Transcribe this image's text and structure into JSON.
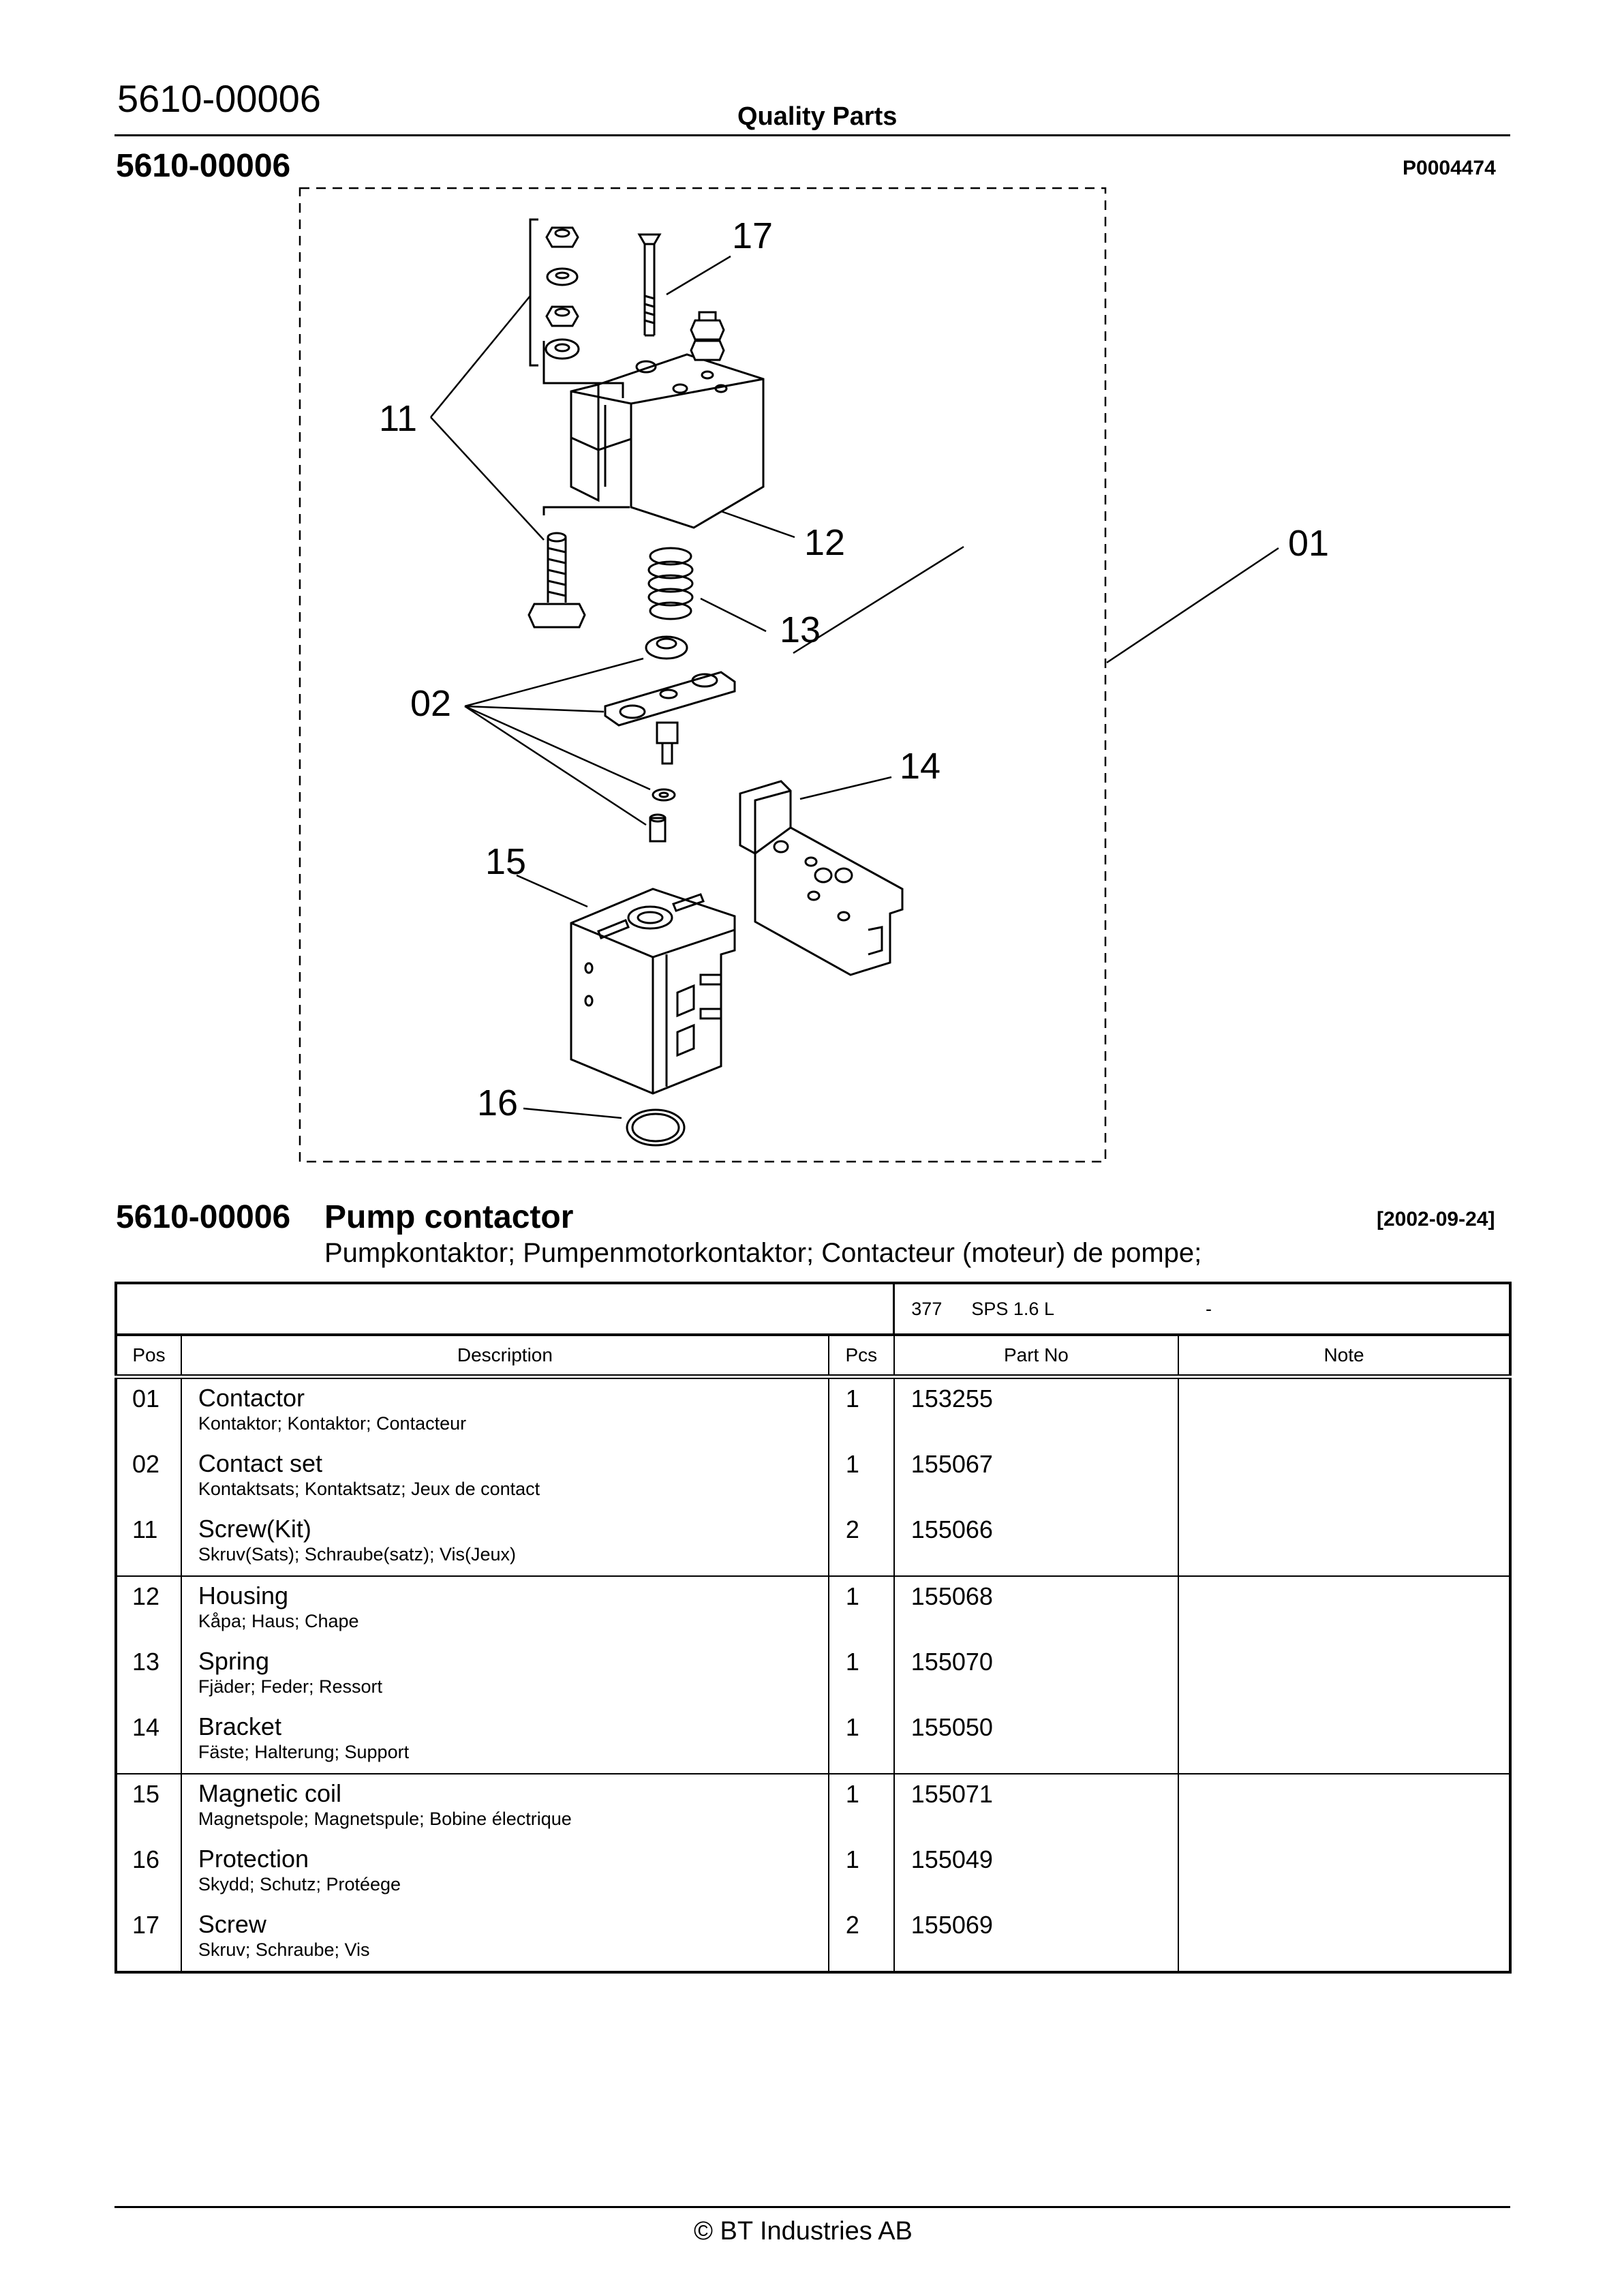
{
  "header": {
    "doc_number": "5610-00006",
    "center_title": "Quality Parts"
  },
  "section": {
    "number": "5610-00006",
    "drawing_ref": "P0004474"
  },
  "drawing": {
    "callouts": [
      "17",
      "11",
      "12",
      "01",
      "13",
      "02",
      "14",
      "15",
      "16"
    ]
  },
  "title": {
    "number": "5610-00006",
    "name": "Pump contactor",
    "date": "[2002-09-24]",
    "translations": "Pumpkontaktor; Pumpenmotorkontaktor; Contacteur (moteur) de pompe;"
  },
  "applicability": {
    "code": "377",
    "model": "SPS 1.6 L",
    "range": "-"
  },
  "table": {
    "columns": [
      "Pos",
      "Description",
      "Pcs",
      "Part No",
      "Note"
    ],
    "rows": [
      {
        "pos": "01",
        "desc": "Contactor",
        "desc_sub": "Kontaktor; Kontaktor; Contacteur",
        "pcs": "1",
        "part_no": "153255",
        "note": ""
      },
      {
        "pos": "02",
        "desc": "Contact set",
        "desc_sub": "Kontaktsats; Kontaktsatz; Jeux de contact",
        "pcs": "1",
        "part_no": "155067",
        "note": ""
      },
      {
        "pos": "11",
        "desc": "Screw(Kit)",
        "desc_sub": "Skruv(Sats); Schraube(satz); Vis(Jeux)",
        "pcs": "2",
        "part_no": "155066",
        "note": ""
      },
      {
        "pos": "12",
        "desc": "Housing",
        "desc_sub": "Kåpa; Haus; Chape",
        "pcs": "1",
        "part_no": "155068",
        "note": ""
      },
      {
        "pos": "13",
        "desc": "Spring",
        "desc_sub": "Fjäder; Feder; Ressort",
        "pcs": "1",
        "part_no": "155070",
        "note": ""
      },
      {
        "pos": "14",
        "desc": "Bracket",
        "desc_sub": "Fäste; Halterung; Support",
        "pcs": "1",
        "part_no": "155050",
        "note": ""
      },
      {
        "pos": "15",
        "desc": "Magnetic coil",
        "desc_sub": "Magnetspole; Magnetspule; Bobine électrique",
        "pcs": "1",
        "part_no": "155071",
        "note": ""
      },
      {
        "pos": "16",
        "desc": "Protection",
        "desc_sub": "Skydd; Schutz; Protéege",
        "pcs": "1",
        "part_no": "155049",
        "note": ""
      },
      {
        "pos": "17",
        "desc": "Screw",
        "desc_sub": "Skruv; Schraube; Vis",
        "pcs": "2",
        "part_no": "155069",
        "note": ""
      }
    ]
  },
  "footer": {
    "copyright": "© BT Industries AB"
  }
}
